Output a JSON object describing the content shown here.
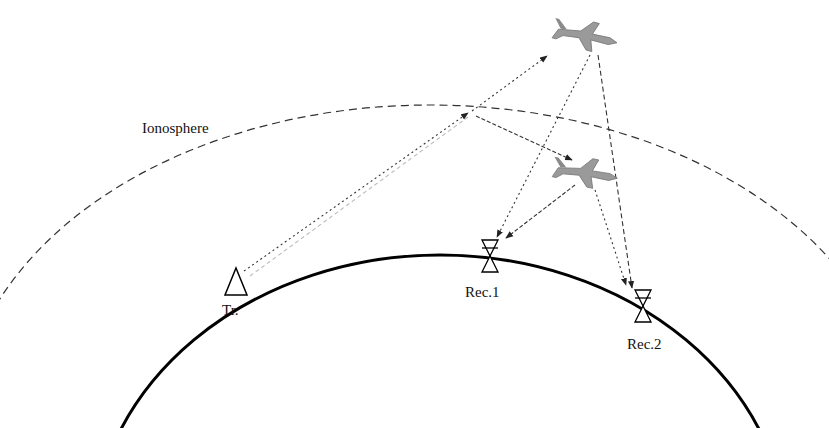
{
  "diagram": {
    "labels": [
      "Ionosphere",
      "Tr.",
      "Rec.1",
      "Rec.2"
    ]
  }
}
